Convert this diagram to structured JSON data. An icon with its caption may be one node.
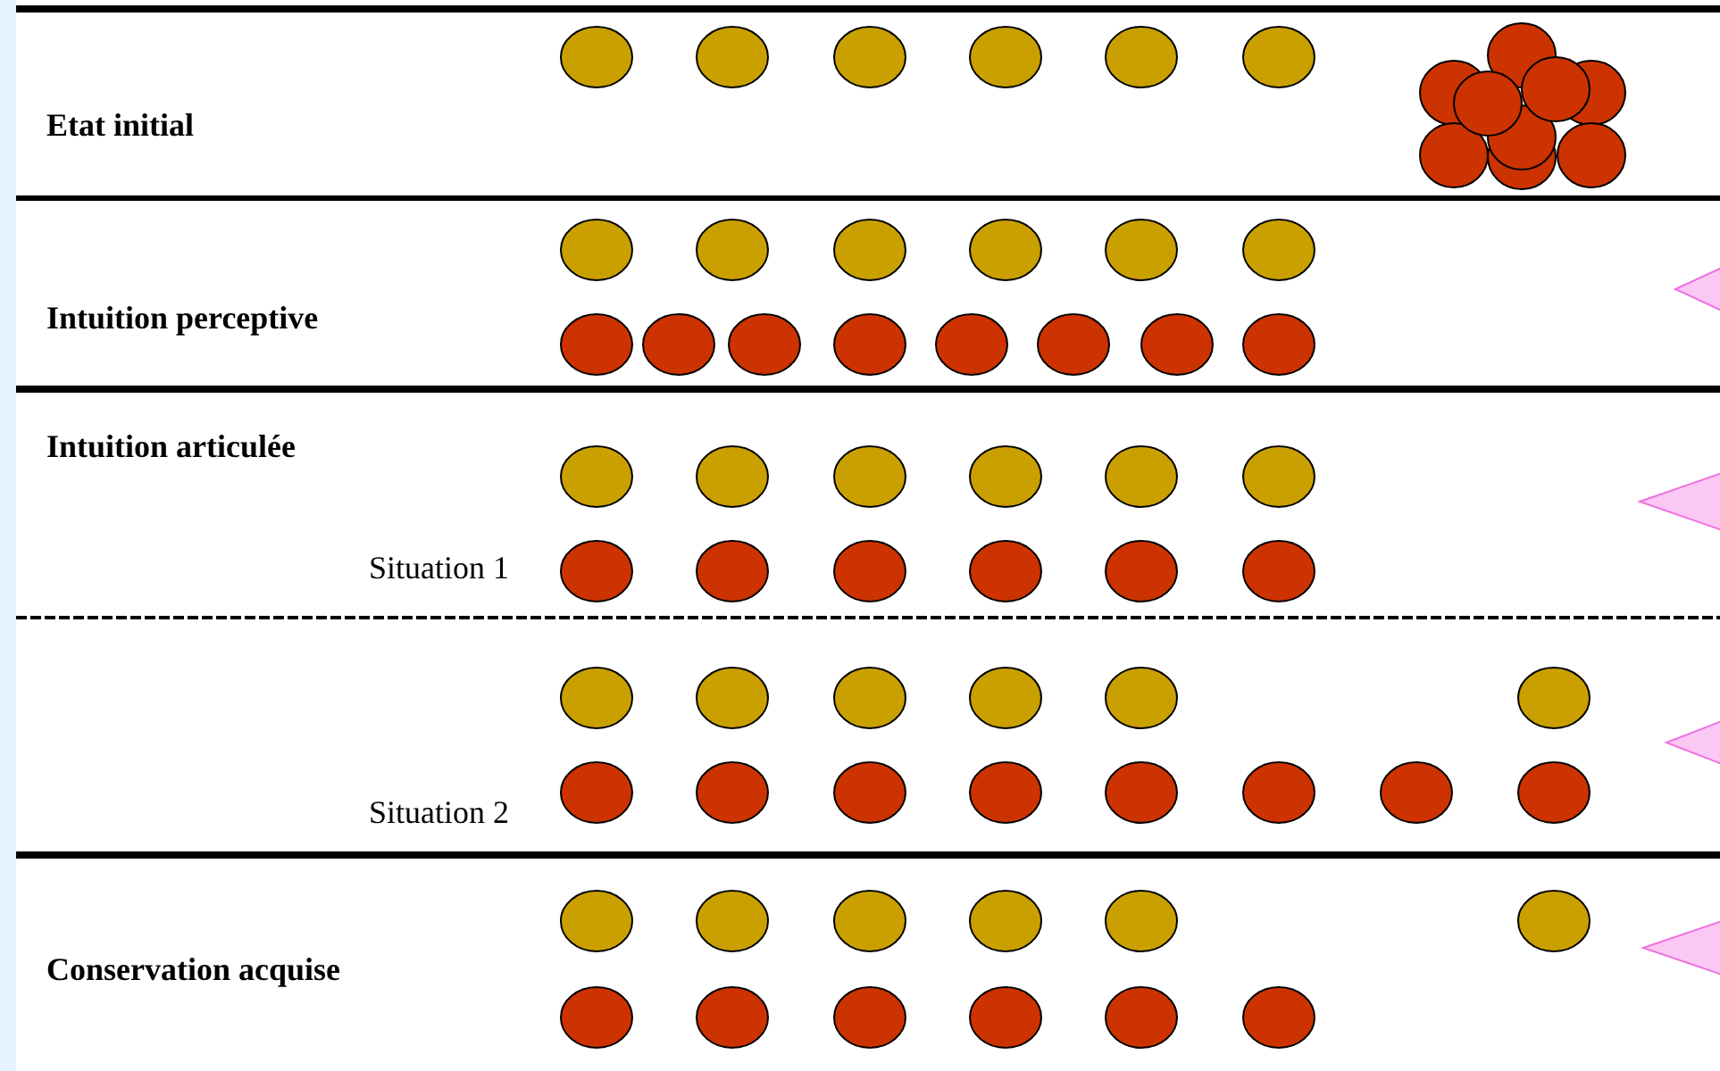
{
  "diagram": {
    "labels": [
      "Etat initial",
      "Intuition perceptive",
      "Intuition articulée",
      "Situation 1",
      "Situation 2",
      "Conservation acquise"
    ]
  }
}
